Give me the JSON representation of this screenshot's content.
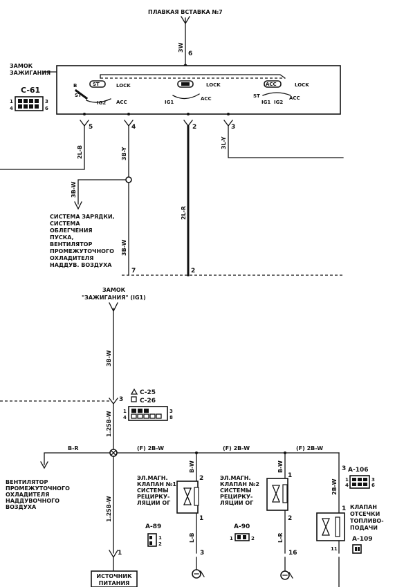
{
  "fuse_label": "ПЛАВКАЯ ВСТАВКА №7",
  "ignition_switch": {
    "title_line1": "ЗАМОК",
    "title_line2": "ЗАЖИГАНИЯ",
    "connector": "C-61",
    "pin_top_left": "1",
    "pin_top_right": "3",
    "pin_bottom_left": "4",
    "pin_bottom_right": "6",
    "st": "ST",
    "lock": "LOCK",
    "acc": "ACC",
    "ig1": "IG1",
    "ig2": "IG2",
    "b": "B"
  },
  "wires": {
    "w3w": "3W",
    "p6": "6",
    "p5": "5",
    "p4": "4",
    "p2": "2",
    "p3": "3",
    "w2lb": "2L-B",
    "w3by": "3B-Y",
    "w2lr": "2L-R",
    "w3ly": "3L-Y",
    "w3bw_a": "3B-W",
    "w3bw_b": "3B-W",
    "p7_bottom": "7",
    "p2_bottom": "2",
    "w3bw_lower": "3B-W",
    "p3_mid": "3",
    "w125bw_a": "1.25B-W",
    "w125bw_b": "1.25B-W",
    "w_br": "B-R",
    "seg_f1": "(F) 2B-W",
    "seg_f2": "(F) 2B-W",
    "seg_f3": "(F) 2B-W",
    "w_bw1": "B-W",
    "w_bw2": "B-W",
    "w_2bw": "2B-W",
    "w_lb": "L-B",
    "w_lr": "L-R",
    "v1_top": "2",
    "v1_bot": "1",
    "v2_top": "1",
    "v2_bot": "2",
    "v3_top": "3",
    "v3_mid": "1",
    "end1": "1",
    "end3": "3",
    "end16": "16",
    "end11": "11"
  },
  "charging_system": [
    "СИСТЕМА ЗАРЯДКИ,",
    "СИСТЕМА",
    "ОБЛЕГЧЕНИЯ",
    "ПУСКА,",
    "ВЕНТИЛЯТОР",
    "ПРОМЕЖУТОЧНОГО",
    "ОХЛАДИТЕЛЯ",
    "НАДДУВ. ВОЗДУХА"
  ],
  "ig1_ref": {
    "line1": "ЗАМОК",
    "line2": "\"ЗАЖИГАНИЯ\" (IG1)"
  },
  "connector_c25": "C-25",
  "connector_c26": "C-26",
  "c25_pins": {
    "tl": "1",
    "tr": "3",
    "bl": "4",
    "br": "8"
  },
  "fan_label": [
    "ВЕНТИЛЯТОР",
    "ПРОМЕЖУТОЧНОГО",
    "ОХЛАДИТЕЛЯ",
    "НАДДУВОЧНОГО",
    "ВОЗДУХА"
  ],
  "valve1": {
    "lines": [
      "ЭЛ.МАГН.",
      "КЛАПАН №1",
      "СИСТЕМЫ",
      "РЕЦИРКУ-",
      "ЛЯЦИИ ОГ"
    ],
    "connector": "A-89",
    "p1": "1",
    "p2": "2"
  },
  "valve2": {
    "lines": [
      "ЭЛ.МАГН.",
      "КЛАПАН №2",
      "СИСТЕМЫ",
      "РЕЦИРКУ-",
      "ЛЯЦИИ ОГ"
    ],
    "connector": "A-90",
    "p1": "1",
    "p2": "2"
  },
  "valve3": {
    "lines": [
      "КЛАПАН",
      "ОТСЕЧКИ",
      "ТОПЛИВО-",
      "ПОДАЧИ"
    ],
    "connector_top": "A-106",
    "connector_bottom": "A-109",
    "p1": "1",
    "p3": "3",
    "p4": "4",
    "p6": "6"
  },
  "power_source": [
    "ИСТОЧНИК",
    "ПИТАНИЯ"
  ]
}
